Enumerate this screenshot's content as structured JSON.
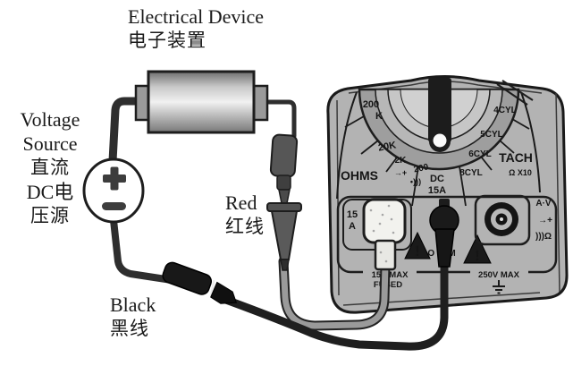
{
  "diagram": {
    "device": {
      "label_en": "Electrical Device",
      "label_zh": "电子装置"
    },
    "voltage_source": {
      "line1": "Voltage",
      "line2": "Source",
      "line3": "直流",
      "line4": "DC电",
      "line5": "压源",
      "plus": "+",
      "minus": "−"
    },
    "red_lead": {
      "label_en": "Red",
      "label_zh": "红线"
    },
    "black_lead": {
      "label_en": "Black",
      "label_zh": "黑线"
    }
  },
  "meter": {
    "dial": {
      "ohms": "OHMS",
      "range_200k_line1": "200",
      "range_200k_line2": "K",
      "range_20k": "20K",
      "range_2k": "2K",
      "diode_symbol": "→+",
      "range_200": "200",
      "continuity_symbol": "•)))",
      "dc_line1": "DC",
      "dc_line2": "15A",
      "cyl8": "8CYL",
      "cyl6": "6CYL",
      "cyl5": "5CYL",
      "cyl4": "4CYL",
      "tach": "TACH",
      "x10": "Ω X10"
    },
    "panel": {
      "amp_line1": "15",
      "amp_line2": "A",
      "ohm_jack": "OHM",
      "fused_line1": "15A MAX",
      "fused_line2": "FUSED",
      "max_voltage": "250V MAX",
      "warning_mark": "!",
      "jack_label_av": "A·V",
      "jack_label_diode": "→+",
      "jack_label_ohm": ")))Ω"
    },
    "colors": {
      "body": "#b3b3b3",
      "dark": "#1c1c1c",
      "panel_light": "#c6c6c6"
    }
  }
}
